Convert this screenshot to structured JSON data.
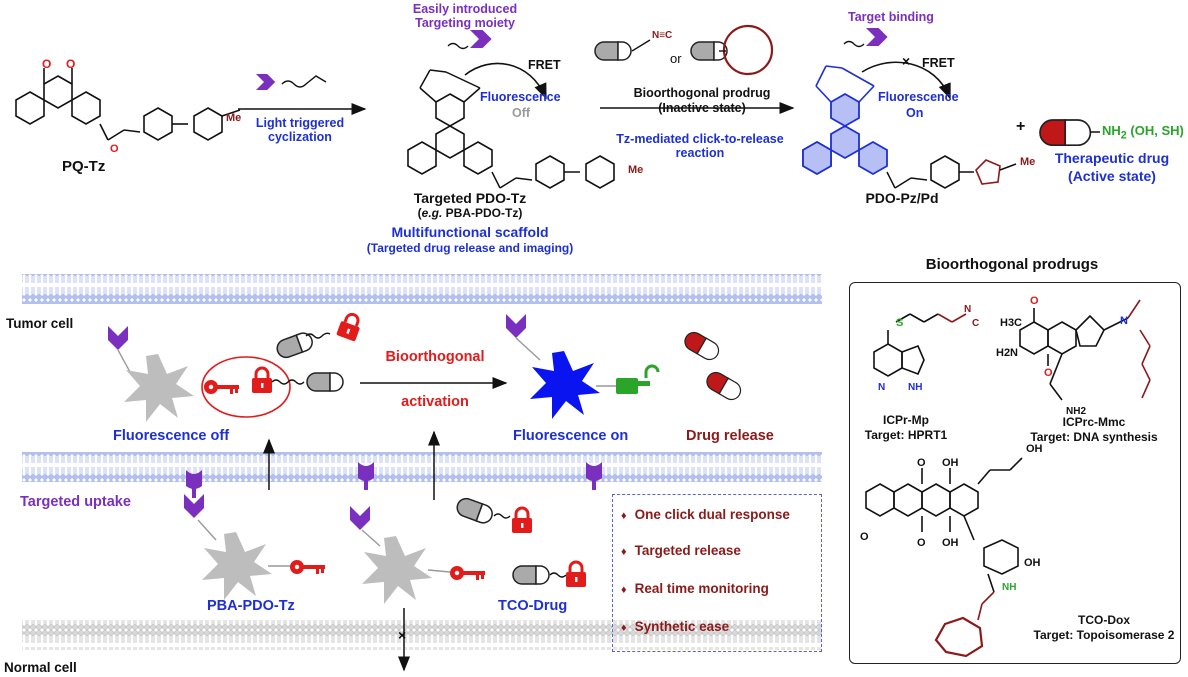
{
  "top_scheme": {
    "pq_tz": "PQ-Tz",
    "tz_me_1": "Me",
    "step1_label": "Light triggered cyclization",
    "targeting_title": "Easily introduced Targeting moiety",
    "fret_1": "FRET",
    "fluorescence_off_label": "Fluorescence",
    "off_label": "Off",
    "tz_me_2": "Me",
    "targeted_pdo": "Targeted PDO-Tz",
    "eg": "e.g.",
    "eg_rest": " PBA-PDO-Tz)",
    "multifunctional": "Multifunctional scaffold",
    "multifunctional_sub": "(Targeted drug release and imaging)",
    "isocyanide": "N≡C",
    "or": "or",
    "bioorthogonal_prodrug": "Bioorthogonal prodrug",
    "inactive_state": "(Inactive state)",
    "step2_label": "Tz-mediated click-to-release reaction",
    "target_binding": "Target binding",
    "fret_2": "FRET",
    "fluorescence_on_label": "Fluorescence",
    "on_label": "On",
    "pz_me": "Me",
    "pdo_pz": "PDO-Pz/Pd",
    "plus": "+",
    "nh2": "NH",
    "nh2_sub": "2",
    "nh2_tail": " (OH, SH)",
    "therapeutic_drug": "Therapeutic drug",
    "active_state": "(Active state)"
  },
  "cell_scheme": {
    "tumor_cell": "Tumor cell",
    "bioorthogonal": "Bioorthogonal",
    "activation": "activation",
    "fluorescence_off": "Fluorescence off",
    "fluorescence_on": "Fluorescence on",
    "drug_release": "Drug release",
    "targeted_uptake": "Targeted uptake",
    "pba_pdo_tz": "PBA-PDO-Tz",
    "tco_drug": "TCO-Drug",
    "normal_cell": "Normal cell",
    "key_points": [
      "One click dual response",
      "Targeted release",
      "Real time monitoring",
      "Synthetic ease"
    ]
  },
  "prodrugs": {
    "title": "Bioorthogonal prodrugs",
    "icpr_mp_name": "ICPr-Mp",
    "icpr_mp_target": "Target: HPRT1",
    "icprc_mmc_name": "ICPrc-Mmc",
    "icprc_mmc_target": "Target: DNA synthesis",
    "tco_dox_name": "TCO-Dox",
    "tco_dox_target": "Target: Topoisomerase 2",
    "atoms": {
      "s": "S",
      "n": "N",
      "nh": "NH",
      "nc_n": "N",
      "nc_c": "C",
      "h3c": "H3C",
      "h2n": "H2N",
      "o": "O",
      "oh": "OH",
      "ome": "O",
      "nh2": "NH2"
    }
  },
  "colors": {
    "purple": "#7b2fbe",
    "blue": "#1d2fd6",
    "red": "#e21b1b",
    "dark_red": "#8b1a1a",
    "green": "#2aa52a",
    "gray": "#bdbdbd",
    "membrane": "#b3c0f0",
    "membrane_normal": "#cccccc"
  },
  "icons": {
    "targeting": "chevron-targeting-icon",
    "burst": "fluorophore-burst-icon",
    "key": "key-icon",
    "lock": "padlock-icon",
    "unlocked": "open-padlock-icon",
    "capsule": "capsule-icon"
  }
}
